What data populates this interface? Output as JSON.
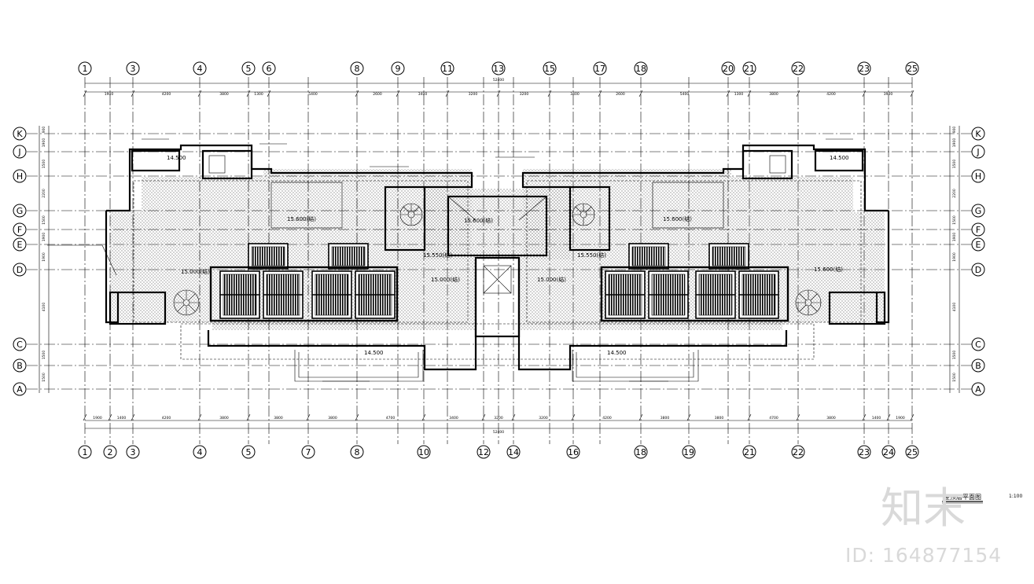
{
  "drawing": {
    "title": "屋顶层平面图",
    "scale": "1:100",
    "overall_dimension": "52400"
  },
  "grid_top": [
    "1",
    "3",
    "4",
    "5",
    "6",
    "8",
    "9",
    "11",
    "13",
    "15",
    "17",
    "18",
    "20",
    "21",
    "22",
    "23",
    "25"
  ],
  "grid_bottom": [
    "1",
    "2",
    "3",
    "4",
    "5",
    "7",
    "8",
    "10",
    "12",
    "14",
    "16",
    "18",
    "19",
    "21",
    "22",
    "23",
    "24",
    "25"
  ],
  "grid_rows": [
    "K",
    "J",
    "H",
    "G",
    "F",
    "E",
    "D",
    "C",
    "B",
    "A"
  ],
  "dims_top": [
    "1900",
    "4200",
    "3800",
    "1300",
    "5400",
    "2600",
    "3400",
    "3200",
    "3200",
    "3400",
    "2600",
    "5400",
    "1300",
    "3800",
    "4200",
    "3900"
  ],
  "dims_bottom": [
    "1900",
    "1400",
    "4200",
    "3800",
    "3800",
    "3800",
    "4700",
    "3400",
    "3200",
    "3200",
    "4200",
    "3800",
    "3800",
    "4700",
    "3800",
    "1400",
    "1900"
  ],
  "dims_side": [
    "900",
    "1900",
    "1500",
    "2200",
    "1500",
    "1900",
    "1900",
    "4100",
    "1500",
    "1500"
  ],
  "elevations": [
    "14.500",
    "15.000(结)",
    "15.600(结)",
    "15.550(结)",
    "15.600(结)",
    "15.000(结)",
    "15.600(结)",
    "15.550(结)",
    "14.500",
    "14.500",
    "15.600(结)",
    "15.000(结)",
    "14.500"
  ],
  "watermark": {
    "logo": "知末",
    "id": "ID: 164877154"
  }
}
